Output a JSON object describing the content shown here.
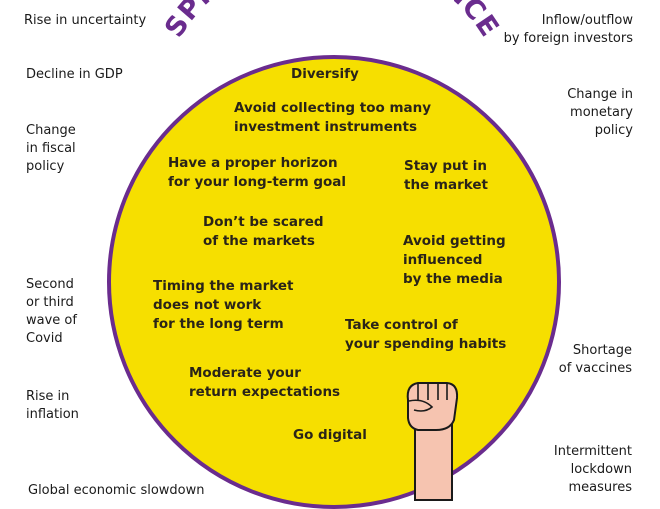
{
  "title": "SPHERE OF INFLUENCE",
  "colors": {
    "circle_fill": "#f6df00",
    "circle_stroke": "#6a2c8e",
    "title": "#6a2c8e",
    "skin": "#f6c4b0",
    "outline": "#1a1a1a"
  },
  "icons": [
    "fist-icon"
  ],
  "outer_factors": {
    "rise_in_uncertainty": "Rise in uncertainty",
    "decline_in_gdp": "Decline in GDP",
    "change_in_fiscal_policy": "Change\nin fiscal\npolicy",
    "second_or_third_wave": "Second\nor third\nwave of\nCovid",
    "rise_in_inflation": "Rise in\ninflation",
    "global_economic_slowdown": "Global economic slowdown",
    "foreign_investors": "Inflow/outflow\nby foreign investors",
    "monetary_policy": "Change in\nmonetary\npolicy",
    "shortage_of_vaccines": "Shortage\nof vaccines",
    "intermittent_lockdown": "Intermittent\nlockdown\nmeasures"
  },
  "inner_actions": {
    "diversify": "Diversify",
    "avoid_collecting": "Avoid collecting too many\ninvestment instruments",
    "proper_horizon": "Have a proper horizon\nfor your long-term goal",
    "stay_put": "Stay put in\nthe market",
    "dont_be_scared": "Don’t be scared\nof the markets",
    "avoid_media": "Avoid getting\ninfluenced\nby the media",
    "timing_market": "Timing the market\ndoes not work\nfor the long term",
    "spending_habits": "Take control of\nyour spending habits",
    "moderate_returns": "Moderate your\nreturn expectations",
    "go_digital": "Go digital"
  }
}
